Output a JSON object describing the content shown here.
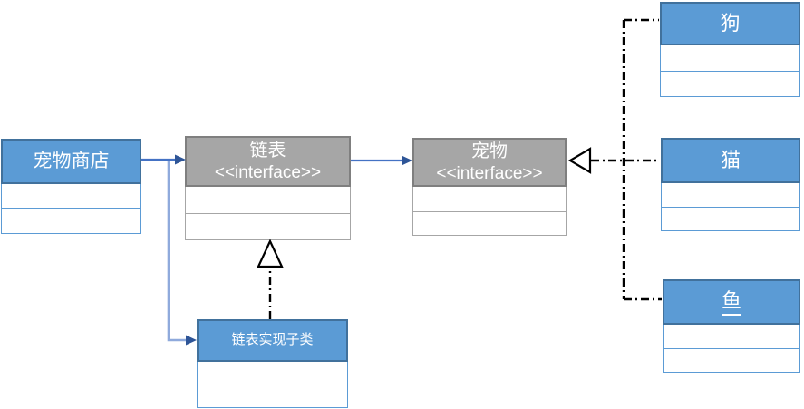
{
  "diagram": {
    "type": "uml-class-diagram",
    "colors": {
      "class_header_fill": "#5b9bd5",
      "class_header_border": "#41719c",
      "interface_header_fill": "#a6a6a6",
      "interface_header_border": "#7f7f7f",
      "association_line": "#4472c4",
      "association_line_light": "#8faadc",
      "arrowhead_fill": "#2e5597",
      "realization_line": "#000000",
      "text": "#ffffff"
    },
    "nodes": [
      {
        "id": "petshop",
        "label": "宠物商店",
        "kind": "class"
      },
      {
        "id": "linkedlist",
        "label": "链表",
        "stereotype": "<<interface>>",
        "kind": "interface"
      },
      {
        "id": "pet",
        "label": "宠物",
        "stereotype": "<<interface>>",
        "kind": "interface"
      },
      {
        "id": "dog",
        "label": "狗",
        "kind": "class"
      },
      {
        "id": "cat",
        "label": "猫",
        "kind": "class"
      },
      {
        "id": "fish",
        "label": "鱼",
        "kind": "class",
        "underlined": true
      },
      {
        "id": "subclass",
        "label": "链表实现子类",
        "kind": "class"
      }
    ],
    "edges": [
      {
        "from": "petshop",
        "to": "linkedlist",
        "type": "association-arrow",
        "style": "solid-blue"
      },
      {
        "from": "petshop",
        "to": "subclass",
        "type": "association-arrow",
        "style": "solid-blue"
      },
      {
        "from": "linkedlist",
        "to": "pet",
        "type": "association-arrow",
        "style": "solid-blue"
      },
      {
        "from": "subclass",
        "to": "linkedlist",
        "type": "realization",
        "style": "dash-dot-hollow-triangle"
      },
      {
        "from": "dog",
        "to": "pet",
        "type": "realization",
        "style": "dash-dot-hollow-triangle"
      },
      {
        "from": "cat",
        "to": "pet",
        "type": "realization",
        "style": "dash-dot-hollow-triangle"
      },
      {
        "from": "fish",
        "to": "pet",
        "type": "realization",
        "style": "dash-dot-hollow-triangle"
      }
    ]
  }
}
